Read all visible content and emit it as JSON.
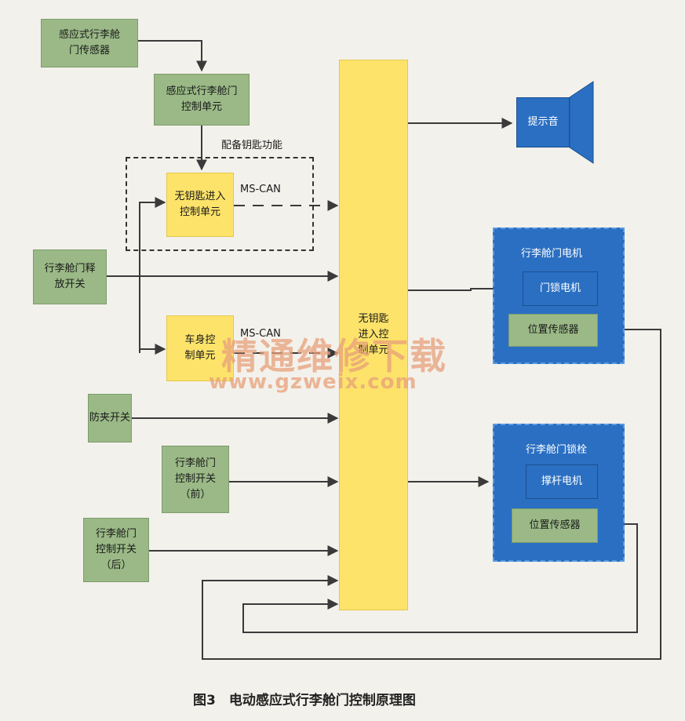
{
  "boxes": {
    "sensor": "感应式行李舱\n门传感器",
    "sensor_ctrl": "感应式行李舱门\n控制单元",
    "keyless_ctrl": "无钥匙进入\n控制单元",
    "release_switch": "行李舱门释\n放开关",
    "body_ctrl": "车身控\n制单元",
    "pinch_switch": "防夹开关",
    "switch_front": "行李舱门\n控制开关\n（前）",
    "switch_rear": "行李舱门\n控制开关\n（后）",
    "main_unit": "无钥匙\n进入控\n制单元",
    "chime": "提示音",
    "door_motor_panel": "行李舱门电机",
    "door_lock_motor": "门锁电机",
    "position_sensor_1": "位置传感器",
    "latch_panel": "行李舱门锁栓",
    "strut_motor": "撑杆电机",
    "position_sensor_2": "位置传感器"
  },
  "labels": {
    "spare_key": "配备钥匙功能",
    "ms_can_1": "MS-CAN",
    "ms_can_2": "MS-CAN"
  },
  "watermark": {
    "cn": "精通维修下载",
    "url": "www.gzweix.com"
  },
  "caption": "图3　电动感应式行李舱门控制原理图",
  "colors": {
    "green": "#9ab986",
    "yellow": "#fde36a",
    "blue": "#2a6fc2",
    "line": "#3a3a3a"
  }
}
